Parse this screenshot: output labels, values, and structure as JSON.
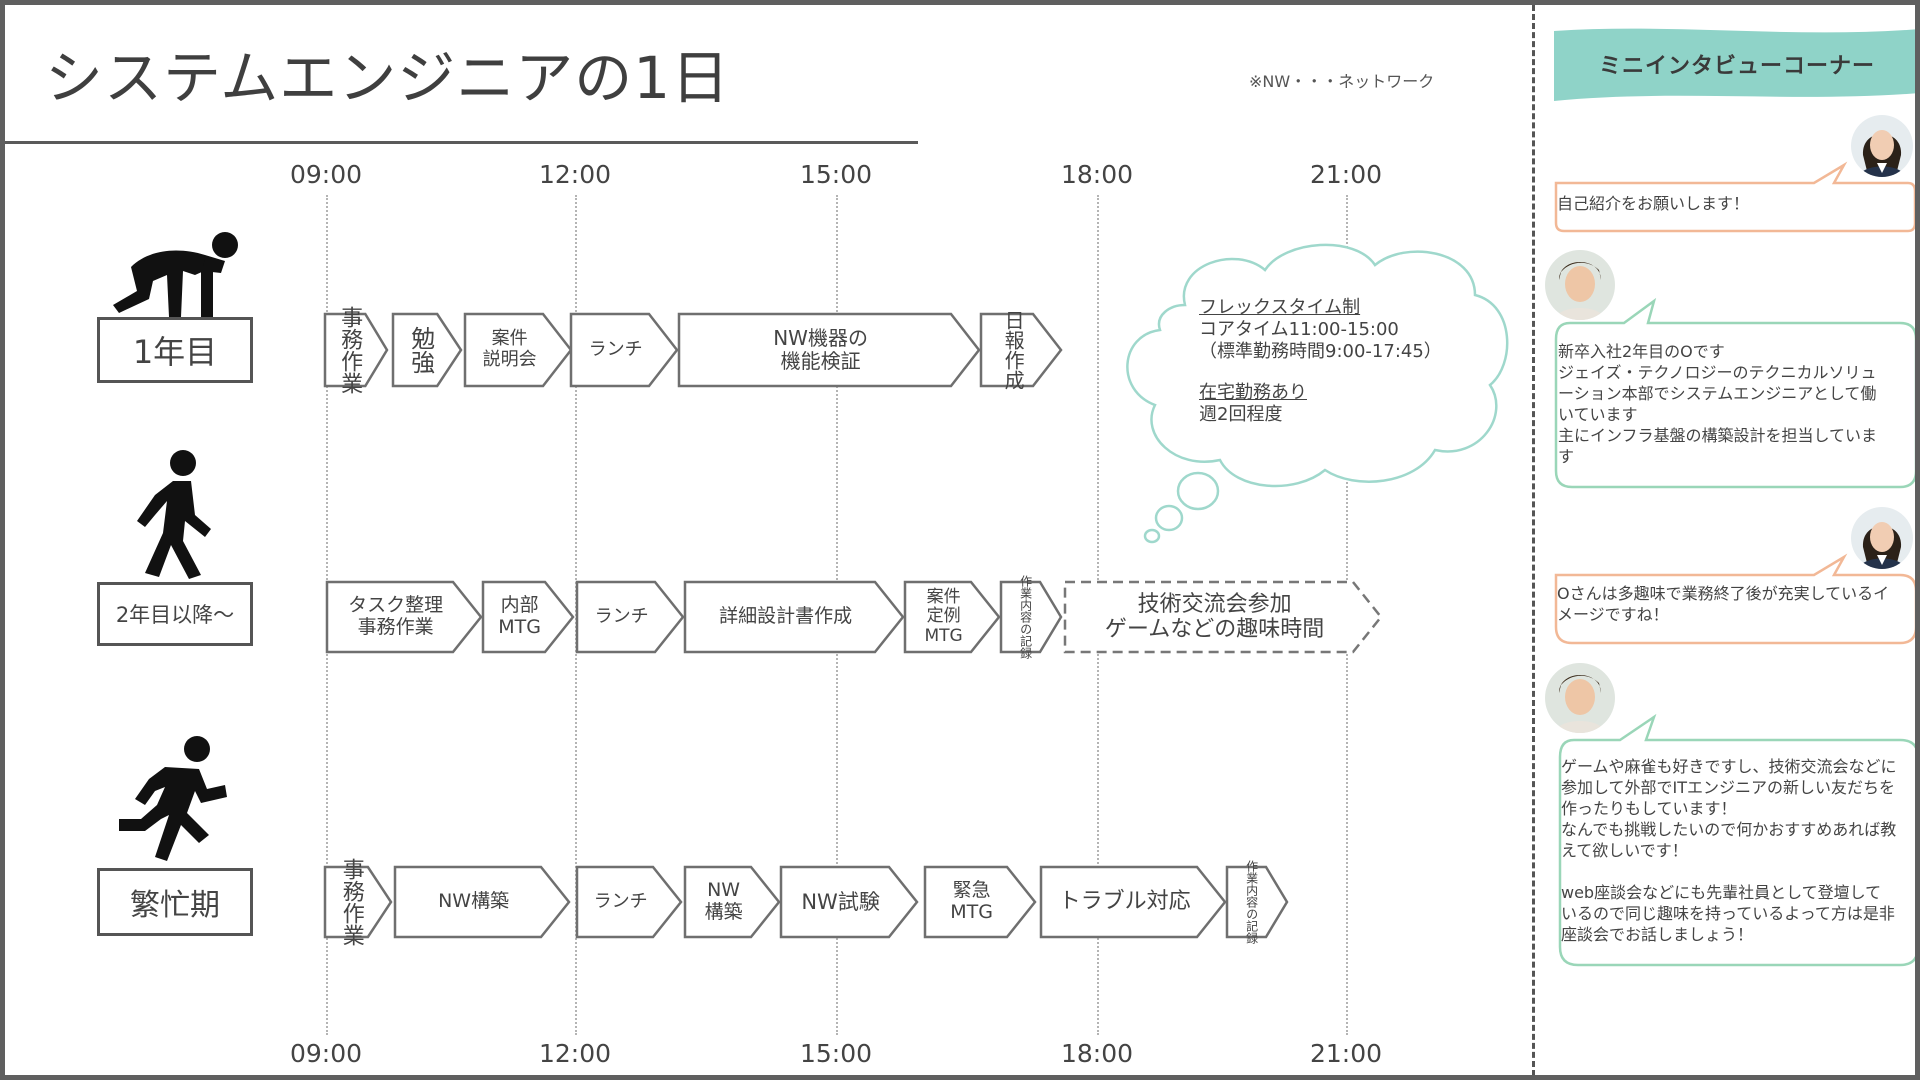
{
  "header": {
    "title": "システムエンジニアの1日",
    "note": "※NW・・・ネットワーク"
  },
  "timeline": {
    "ticks": [
      "09:00",
      "12:00",
      "15:00",
      "18:00",
      "21:00"
    ]
  },
  "levels": [
    {
      "label": "1年目",
      "figure": "crouching-start-person-icon"
    },
    {
      "label": "2年目以降～",
      "figure": "walking-person-icon"
    },
    {
      "label": "繁忙期",
      "figure": "running-person-icon"
    }
  ],
  "schedules": [
    {
      "tasks": [
        {
          "text": "事務作業",
          "vertical": true
        },
        {
          "text": "勉強",
          "vertical": true
        },
        {
          "text": "案件\n説明会"
        },
        {
          "text": "ランチ"
        },
        {
          "text": "NW機器の\n機能検証"
        },
        {
          "text": "日報作成",
          "vertical": true
        }
      ]
    },
    {
      "tasks": [
        {
          "text": "タスク整理\n事務作業"
        },
        {
          "text": "内部\nMTG"
        },
        {
          "text": "ランチ"
        },
        {
          "text": "詳細設計書作成"
        },
        {
          "text": "案件\n定例\nMTG"
        },
        {
          "text": "作業内容の記録",
          "vertical": true
        },
        {
          "text": "技術交流会参加\nゲームなどの趣味時間",
          "dashed": true
        }
      ]
    },
    {
      "tasks": [
        {
          "text": "事務作業",
          "vertical": true
        },
        {
          "text": "NW構築"
        },
        {
          "text": "ランチ"
        },
        {
          "text": "NW\n構築"
        },
        {
          "text": "NW試験"
        },
        {
          "text": "緊急\nMTG"
        },
        {
          "text": "トラブル対応"
        },
        {
          "text": "作業内容の記録",
          "vertical": true
        }
      ]
    }
  ],
  "cloud": {
    "flex_title": "フレックスタイム制",
    "core_time": "コアタイム11:00-15:00",
    "standard_hours": "（標準勤務時間9:00-17:45）",
    "remote_title": "在宅勤務あり",
    "remote_freq": "週2回程度"
  },
  "sidebar": {
    "title": "ミニインタビューコーナー",
    "messages": [
      {
        "speaker": "interviewer",
        "text": "自己紹介をお願いします！"
      },
      {
        "speaker": "engineer",
        "text": "新卒入社2年目のOです\nジェイズ・テクノロジーのテクニカルソリューション本部でシステムエンジニアとして働いています\n主にインフラ基盤の構築設計を担当しています"
      },
      {
        "speaker": "interviewer",
        "text": "Oさんは多趣味で業務終了後が充実しているイメージですね！"
      },
      {
        "speaker": "engineer",
        "text": "ゲームや麻雀も好きですし、技術交流会などに参加して外部でITエンジニアの新しい友だちを作ったりもしています！\nなんでも挑戦したいので何かおすすめあれば教えて欲しいです！\n\nweb座談会などにも先輩社員として登壇しているので同じ趣味を持っているよって方は是非座談会でお話しましょう！"
      }
    ]
  },
  "colors": {
    "accent_teal": "#8fd3c8",
    "bubble_orange": "#f2b896",
    "bubble_green": "#9ad6b8",
    "line_gray": "#6f6f6f"
  }
}
